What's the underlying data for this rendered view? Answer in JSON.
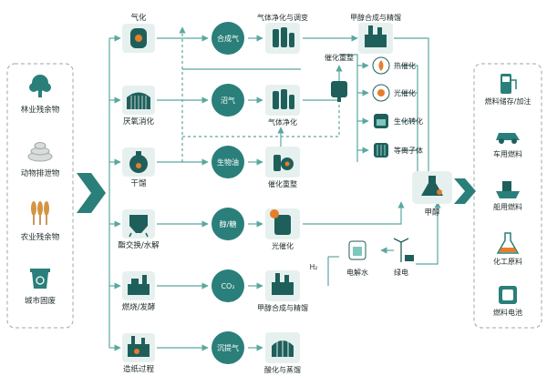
{
  "colors": {
    "primary": "#2a7f7a",
    "primary_dark": "#1f5f5b",
    "light_bg": "#e6f1ef",
    "line": "#5aa8a0",
    "accent_orange": "#e77d2a",
    "text": "#1e2b2a",
    "panel_border": "#9aa8a6"
  },
  "inputs": [
    {
      "label": "林业残余物",
      "icon": "tree-icon"
    },
    {
      "label": "动物排泄物",
      "icon": "manure-icon"
    },
    {
      "label": "农业残余物",
      "icon": "wheat-icon"
    },
    {
      "label": "城市固废",
      "icon": "recycle-bin-icon"
    }
  ],
  "processes": [
    {
      "label": "气化",
      "icon": "gasifier-icon"
    },
    {
      "label": "厌氧消化",
      "icon": "digester-icon"
    },
    {
      "label": "干馏",
      "icon": "retort-icon"
    },
    {
      "label": "酯交换/水解",
      "icon": "silo-icon"
    },
    {
      "label": "燃烧/发酵",
      "icon": "furnace-icon"
    },
    {
      "label": "造纸过程",
      "icon": "paper-mill-icon"
    }
  ],
  "intermediates": [
    "合成气",
    "沼气",
    "生物油",
    "醇/糖",
    "CO₂",
    "沉提气"
  ],
  "stage2": [
    {
      "label": "气体净化与调变",
      "icon": "purifier-icon"
    },
    {
      "label": "气体净化",
      "icon": "purifier-icon"
    },
    {
      "label": "催化重整",
      "icon": "reformer-icon"
    },
    {
      "label": "光催化",
      "icon": "photocatalysis-icon"
    },
    {
      "label": "甲醇合成与精馏",
      "icon": "distillation-icon"
    },
    {
      "label": "酸化与蒸馏",
      "icon": "greenhouse-icon"
    }
  ],
  "top_right": {
    "label": "甲醇合成与精馏",
    "icon": "distillation-icon"
  },
  "reforming": {
    "label": "催化重整",
    "icon": "reformer-drum-icon"
  },
  "catalysis": [
    {
      "label": "热催化",
      "icon": "flame-icon"
    },
    {
      "label": "光催化",
      "icon": "sun-icon"
    },
    {
      "label": "生化转化",
      "icon": "flask-icon"
    },
    {
      "label": "等离子体",
      "icon": "plasma-icon"
    }
  ],
  "methanol": {
    "label": "甲醇",
    "icon": "methanol-flask-icon"
  },
  "electrolysis": {
    "label": "电解水",
    "icon": "electrolyzer-icon"
  },
  "green_power": {
    "label": "绿电",
    "icon": "wind-solar-icon"
  },
  "h2_label": "H₂",
  "outputs": [
    {
      "label": "燃料储存/加注",
      "icon": "fuel-pump-icon"
    },
    {
      "label": "车用燃料",
      "icon": "car-icon"
    },
    {
      "label": "船用燃料",
      "icon": "ship-icon"
    },
    {
      "label": "化工原料",
      "icon": "chemical-flask-icon"
    },
    {
      "label": "燃料电池",
      "icon": "battery-icon"
    }
  ]
}
